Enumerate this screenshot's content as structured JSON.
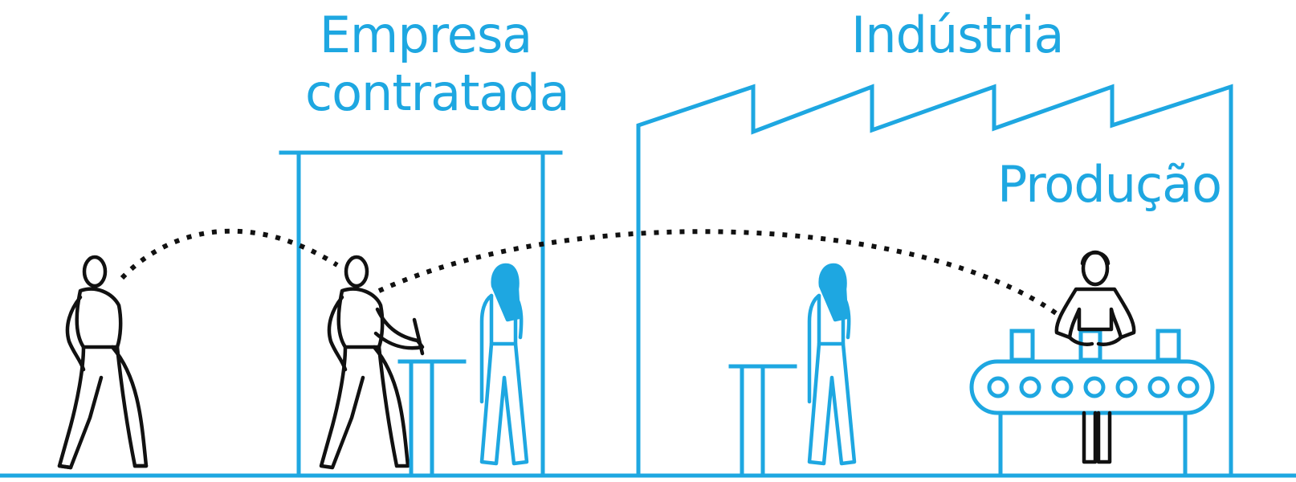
{
  "labels": {
    "company_line1": "Empresa",
    "company_line2": "contratada",
    "industry": "Indústria",
    "production": "Produção"
  },
  "colors": {
    "accent": "#1ea7e1",
    "figure_stroke": "#111111",
    "background": "#ffffff"
  }
}
